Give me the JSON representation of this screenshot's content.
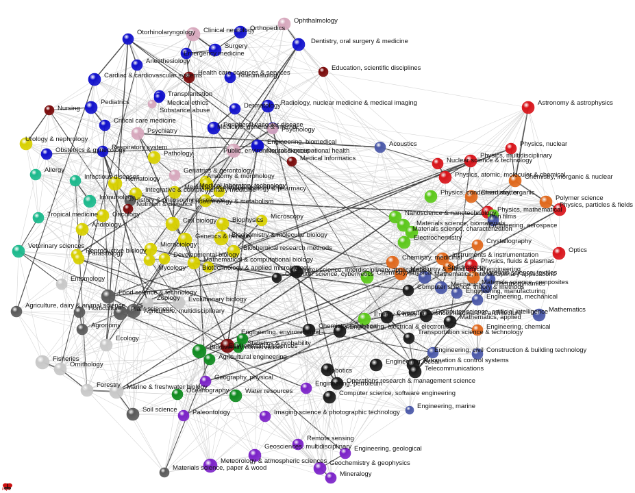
{
  "colors": {
    "background": "#ffffff",
    "edge_light": "#c8c8c8",
    "edge_dark": "#333333",
    "clusters": {
      "blue": "#1111cc",
      "pink": "#d7a8bd",
      "darkred": "#7a0a0a",
      "yellow": "#d8d000",
      "teal": "#1bb98c",
      "green": "#5cc81a",
      "orange": "#e0681c",
      "red": "#d8141a",
      "slate": "#4a58a8",
      "black": "#1a1a1a",
      "gray": "#5a5a5a",
      "lightgray": "#c8c8c8",
      "darkgreen": "#0f8a1f",
      "purple": "#7b22c8"
    }
  },
  "logo": {
    "icon": "pajek-butterfly-icon",
    "text": "Pajek"
  },
  "nodes": [
    {
      "label": "Ophthalmology",
      "c": "pink"
    },
    {
      "label": "Otorhinolaryngology",
      "c": "blue"
    },
    {
      "label": "Clinical neurology",
      "c": "pink"
    },
    {
      "label": "Orthopedics",
      "c": "blue"
    },
    {
      "label": "Dentistry, oral surgery & medicine",
      "c": "blue"
    },
    {
      "label": "Surgery",
      "c": "blue"
    },
    {
      "label": "Emergency medicine",
      "c": "blue"
    },
    {
      "label": "Anesthesiology",
      "c": "blue"
    },
    {
      "label": "Health care sciences & services",
      "c": "darkred"
    },
    {
      "label": "Education, scientific disciplines",
      "c": "darkred"
    },
    {
      "label": "Rheumatology",
      "c": "blue"
    },
    {
      "label": "Cardiac & cardiovascular systems",
      "c": "blue"
    },
    {
      "label": "Transplantation",
      "c": "blue"
    },
    {
      "label": "Medical ethics",
      "c": "blue"
    },
    {
      "label": "Radiology, nuclear medicine & medical imaging",
      "c": "blue"
    },
    {
      "label": "Nursing",
      "c": "darkred"
    },
    {
      "label": "Pediatrics",
      "c": "blue"
    },
    {
      "label": "Substance abuse",
      "c": "pink"
    },
    {
      "label": "Dermatology",
      "c": "blue"
    },
    {
      "label": "Critical care medicine",
      "c": "blue"
    },
    {
      "label": "Psychiatry",
      "c": "pink"
    },
    {
      "label": "Medicine, general & internal",
      "c": "blue"
    },
    {
      "label": "Peripheral vascular disease",
      "c": "blue"
    },
    {
      "label": "Psychology",
      "c": "pink"
    },
    {
      "label": "Astronomy & astrophysics",
      "c": "red"
    },
    {
      "label": "Urology & nephrology",
      "c": "yellow"
    },
    {
      "label": "Engineering, biomedical",
      "c": "blue"
    },
    {
      "label": "Acoustics",
      "c": "slate"
    },
    {
      "label": "Physics, nuclear",
      "c": "red"
    },
    {
      "label": "Obstetrics & gynecology",
      "c": "blue"
    },
    {
      "label": "Respiratory system",
      "c": "blue"
    },
    {
      "label": "Pathology",
      "c": "yellow"
    },
    {
      "label": "Public, environmental & occupational health",
      "c": "pink"
    },
    {
      "label": "Neurosciences",
      "c": "blue"
    },
    {
      "label": "Medical informatics",
      "c": "darkred"
    },
    {
      "label": "Nuclear science & technology",
      "c": "red"
    },
    {
      "label": "Physics, multidisciplinary",
      "c": "red"
    },
    {
      "label": "Allergy",
      "c": "teal"
    },
    {
      "label": "Infectious diseases",
      "c": "teal"
    },
    {
      "label": "Hematology",
      "c": "yellow"
    },
    {
      "label": "Geriatrics & gerontology",
      "c": "pink"
    },
    {
      "label": "Anatomy & morphology",
      "c": "yellow"
    },
    {
      "label": "Medical laboratory technology",
      "c": "yellow"
    },
    {
      "label": "Physics, atomic, molecular & chemical",
      "c": "red"
    },
    {
      "label": "Chemistry, inorganic & nuclear",
      "c": "orange"
    },
    {
      "label": "Immunology",
      "c": "teal"
    },
    {
      "label": "Integrative & complementary medicine",
      "c": "yellow"
    },
    {
      "label": "Medicine, research & experimental",
      "c": "yellow"
    },
    {
      "label": "Pharmacology & pharmacy",
      "c": "yellow"
    },
    {
      "label": "History & philosophy of science",
      "c": "gray"
    },
    {
      "label": "Endocrinology & metabolism",
      "c": "yellow"
    },
    {
      "label": "Physics, condensed matter",
      "c": "green"
    },
    {
      "label": "Chemistry, organic",
      "c": "orange"
    },
    {
      "label": "Polymer science",
      "c": "orange"
    },
    {
      "label": "Physics, particles & fields",
      "c": "red"
    },
    {
      "label": "Nutrition & dietetics",
      "c": "darkred"
    },
    {
      "label": "Tropical medicine",
      "c": "teal"
    },
    {
      "label": "Oncology",
      "c": "yellow"
    },
    {
      "label": "Physics, mathematical",
      "c": "red"
    },
    {
      "label": "Thin films",
      "c": "green"
    },
    {
      "label": "Biophysics",
      "c": "yellow"
    },
    {
      "label": "Microscopy",
      "c": "yellow"
    },
    {
      "label": "Andrology",
      "c": "yellow"
    },
    {
      "label": "Nanoscience & nanotechnology",
      "c": "green"
    },
    {
      "label": "Materials science, biomaterials",
      "c": "green"
    },
    {
      "label": "Engineering, aerospace",
      "c": "slate"
    },
    {
      "label": "Genetics & heredity",
      "c": "yellow"
    },
    {
      "label": "Cell biology",
      "c": "yellow"
    },
    {
      "label": "Biochemistry & molecular biology",
      "c": "yellow"
    },
    {
      "label": "Materials science, characterization",
      "c": "green"
    },
    {
      "label": "Crystallography",
      "c": "orange"
    },
    {
      "label": "Veterinary sciences",
      "c": "teal"
    },
    {
      "label": "Reproductive biology",
      "c": "yellow"
    },
    {
      "label": "Electrochemistry",
      "c": "green"
    },
    {
      "label": "Microbiology",
      "c": "yellow"
    },
    {
      "label": "Biochemical research methods",
      "c": "yellow"
    },
    {
      "label": "Optics",
      "c": "red"
    },
    {
      "label": "Parasitology",
      "c": "yellow"
    },
    {
      "label": "Developmental biology",
      "c": "yellow"
    },
    {
      "label": "Chemistry, medicinal",
      "c": "orange"
    },
    {
      "label": "Instruments & instrumentation",
      "c": "orange"
    },
    {
      "label": "Spectroscopy",
      "c": "orange"
    },
    {
      "label": "Physics, fluids & plasmas",
      "c": "red"
    },
    {
      "label": "Mathematical & computational biology",
      "c": "yellow"
    },
    {
      "label": "Biotechnology & applied microbiology",
      "c": "yellow"
    },
    {
      "label": "Computer science, interdisciplinary applications",
      "c": "black"
    },
    {
      "label": "Mycology",
      "c": "yellow"
    },
    {
      "label": "Computer science, cybernetics",
      "c": "black"
    },
    {
      "label": "Metallurgy & metallurgical engineering",
      "c": "orange"
    },
    {
      "label": "Mathematics, interdisciplinary applications",
      "c": "slate"
    },
    {
      "label": "Materials science, textiles",
      "c": "orange"
    },
    {
      "label": "Materials science, composites",
      "c": "slate"
    },
    {
      "label": "Entomology",
      "c": "lightgray"
    },
    {
      "label": "Chemistry, physical",
      "c": "green"
    },
    {
      "label": "Mechanics",
      "c": "slate"
    },
    {
      "label": "Thermodynamics",
      "c": "slate"
    },
    {
      "label": "Food science & technology",
      "c": "gray"
    },
    {
      "label": "Computer science, theory & methods",
      "c": "black"
    },
    {
      "label": "Engineering, manufacturing",
      "c": "slate"
    },
    {
      "label": "Evolutionary biology",
      "c": "lightgray"
    },
    {
      "label": "Agriculture, dairy & animal science",
      "c": "gray"
    },
    {
      "label": "Horticulture",
      "c": "gray"
    },
    {
      "label": "Zoology",
      "c": "lightgray"
    },
    {
      "label": "Plant sciences",
      "c": "gray"
    },
    {
      "label": "Agriculture, multidisciplinary",
      "c": "gray"
    },
    {
      "label": "Engineering, mechanical",
      "c": "slate"
    },
    {
      "label": "Mathematics",
      "c": "slate"
    },
    {
      "label": "Mathematics, applied",
      "c": "black"
    },
    {
      "label": "Agronomy",
      "c": "gray"
    },
    {
      "label": "Energy & fuels",
      "c": "green"
    },
    {
      "label": "Computer science, hardware & architecture",
      "c": "black"
    },
    {
      "label": "Computer science, artificial intelligence",
      "c": "black"
    },
    {
      "label": "Transportation science & technology",
      "c": "black"
    },
    {
      "label": "Chemistry, analytical",
      "c": "black"
    },
    {
      "label": "Engineering, chemical",
      "c": "orange"
    },
    {
      "label": "Engineering, electrical & electronic",
      "c": "black"
    },
    {
      "label": "Ecology",
      "c": "lightgray"
    },
    {
      "label": "Engineering, environmental",
      "c": "darkgreen"
    },
    {
      "label": "Statistics & probability",
      "c": "darkgreen"
    },
    {
      "label": "Environmental sciences",
      "c": "darkred"
    },
    {
      "label": "Biodiversity conservation",
      "c": "darkgreen"
    },
    {
      "label": "Agricultural engineering",
      "c": "darkgreen"
    },
    {
      "label": "Automation & control systems",
      "c": "black"
    },
    {
      "label": "Construction & building technology",
      "c": "slate"
    },
    {
      "label": "Engineering, civil",
      "c": "slate"
    },
    {
      "label": "Telecommunications",
      "c": "black"
    },
    {
      "label": "Fisheries",
      "c": "lightgray"
    },
    {
      "label": "Ornithology",
      "c": "lightgray"
    },
    {
      "label": "Engineering, ocean",
      "c": "black"
    },
    {
      "label": "Forestry",
      "c": "lightgray"
    },
    {
      "label": "Geography, physical",
      "c": "purple"
    },
    {
      "label": "Robotics",
      "c": "black"
    },
    {
      "label": "Marine & freshwater biology",
      "c": "lightgray"
    },
    {
      "label": "Engineering, petroleum",
      "c": "purple"
    },
    {
      "label": "Operations research & management science",
      "c": "black"
    },
    {
      "label": "Computer science, software engineering",
      "c": "black"
    },
    {
      "label": "Oceanography",
      "c": "darkgreen"
    },
    {
      "label": "Water resources",
      "c": "darkgreen"
    },
    {
      "label": "Soil science",
      "c": "gray"
    },
    {
      "label": "Paleontology",
      "c": "purple"
    },
    {
      "label": "Engineering, marine",
      "c": "slate"
    },
    {
      "label": "Imaging science & photographic technology",
      "c": "purple"
    },
    {
      "label": "Remote sensing",
      "c": "purple"
    },
    {
      "label": "Engineering, geological",
      "c": "purple"
    },
    {
      "label": "Geosciences, multidisciplinary",
      "c": "purple"
    },
    {
      "label": "Geochemistry & geophysics",
      "c": "purple"
    },
    {
      "label": "Meteorology & atmospheric sciences",
      "c": "purple"
    },
    {
      "label": "Mineralogy",
      "c": "purple"
    },
    {
      "label": "Materials science, paper & wood",
      "c": "gray"
    }
  ]
}
